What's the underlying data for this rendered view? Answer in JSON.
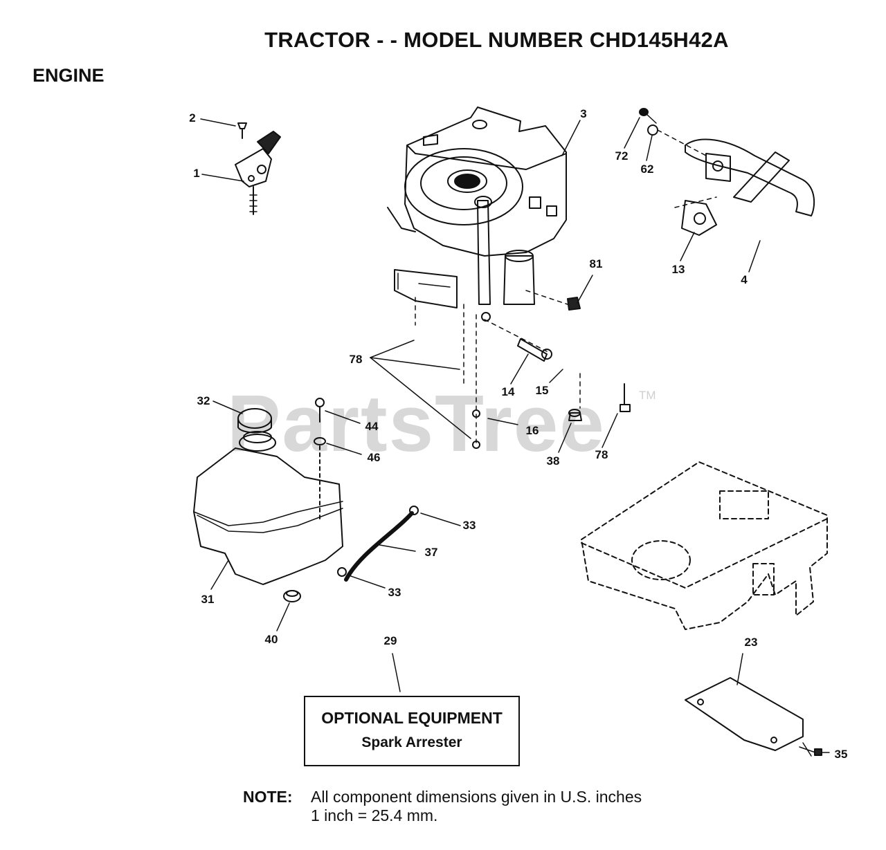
{
  "header": {
    "title": "TRACTOR - - MODEL NUMBER CHD145H42A",
    "section": "ENGINE"
  },
  "watermark": {
    "text": "PartsTree",
    "tm": "TM"
  },
  "callouts": [
    {
      "id": "c1",
      "label": "1"
    },
    {
      "id": "c2",
      "label": "2"
    },
    {
      "id": "c3",
      "label": "3"
    },
    {
      "id": "c4",
      "label": "4"
    },
    {
      "id": "c13",
      "label": "13"
    },
    {
      "id": "c14",
      "label": "14"
    },
    {
      "id": "c15",
      "label": "15"
    },
    {
      "id": "c16",
      "label": "16"
    },
    {
      "id": "c23",
      "label": "23"
    },
    {
      "id": "c29",
      "label": "29"
    },
    {
      "id": "c31",
      "label": "31"
    },
    {
      "id": "c32",
      "label": "32"
    },
    {
      "id": "c33a",
      "label": "33"
    },
    {
      "id": "c33b",
      "label": "33"
    },
    {
      "id": "c35",
      "label": "35"
    },
    {
      "id": "c37",
      "label": "37"
    },
    {
      "id": "c38",
      "label": "38"
    },
    {
      "id": "c40",
      "label": "40"
    },
    {
      "id": "c44",
      "label": "44"
    },
    {
      "id": "c46",
      "label": "46"
    },
    {
      "id": "c62",
      "label": "62"
    },
    {
      "id": "c72",
      "label": "72"
    },
    {
      "id": "c78a",
      "label": "78"
    },
    {
      "id": "c78b",
      "label": "78"
    },
    {
      "id": "c81",
      "label": "81"
    }
  ],
  "optional_equipment": {
    "title": "OPTIONAL EQUIPMENT",
    "item": "Spark Arrester"
  },
  "note": {
    "label": "NOTE:",
    "line1": "All component dimensions given in U.S. inches",
    "line2": "1 inch = 25.4 mm."
  }
}
